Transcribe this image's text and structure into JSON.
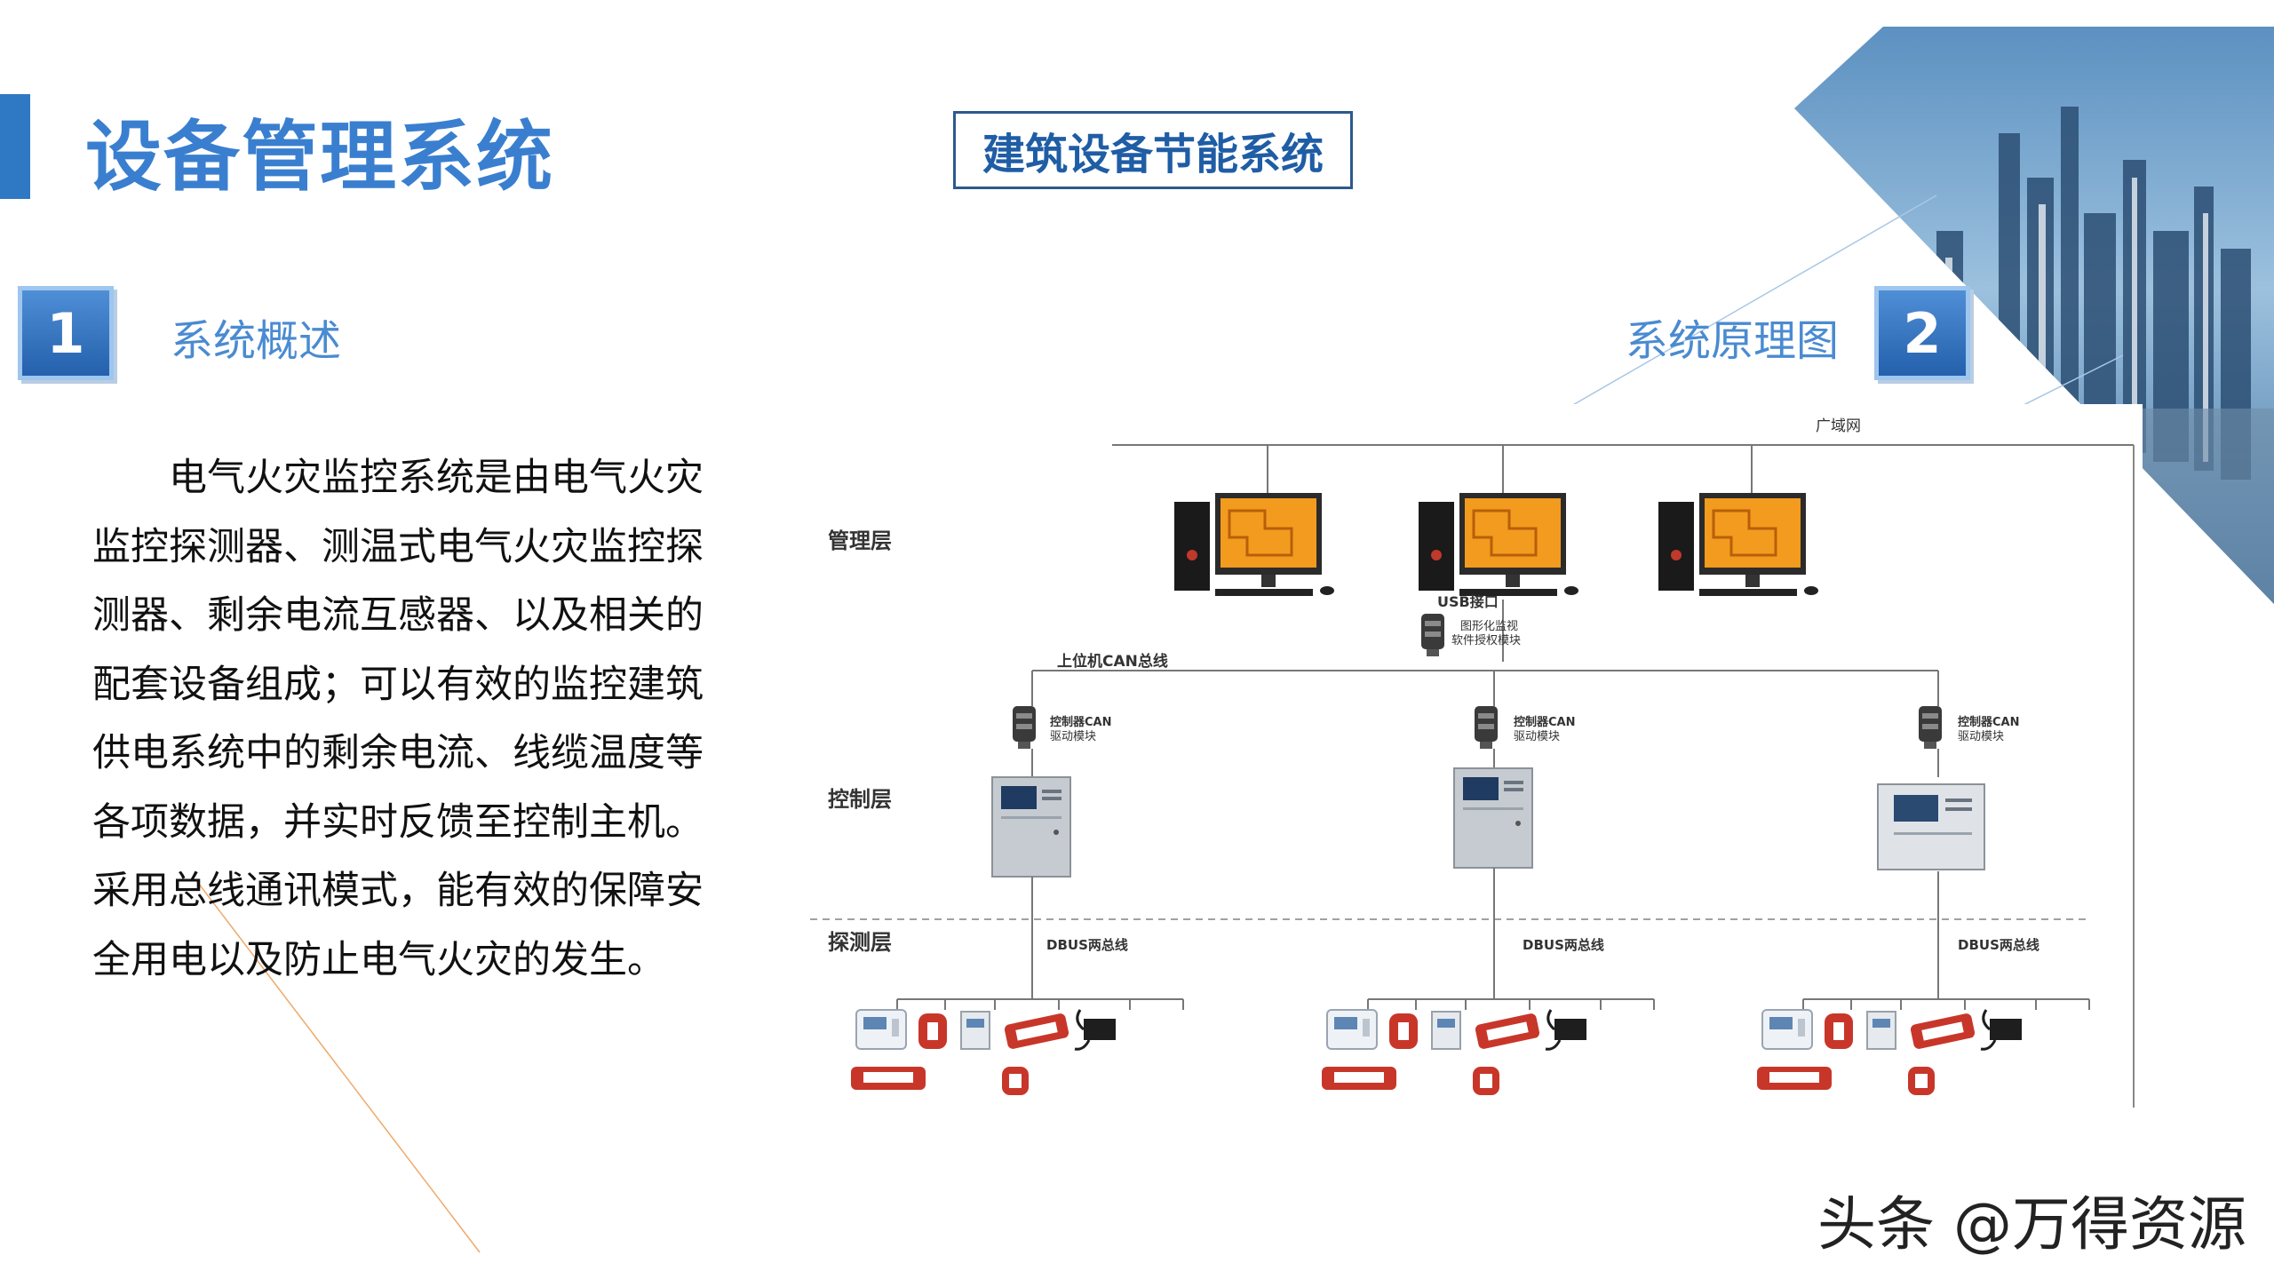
{
  "header": {
    "title": "设备管理系统",
    "subtitle_box": "建筑设备节能系统"
  },
  "section1": {
    "number": "1",
    "title": "系统概述",
    "paragraph": "电气火灾监控系统是由电气火灾监控探测器、测温式电气火灾监控探测器、剩余电流互感器、以及相关的配套设备组成；可以有效的监控建筑供电系统中的剩余电流、线缆温度等各项数据，并实时反馈至控制主机。采用总线通讯模式，能有效的保障安全用电以及防止电气火灾的发生。"
  },
  "section2": {
    "number": "2",
    "title": "系统原理图"
  },
  "diagram": {
    "wan_label": "广域网",
    "layer_management": "管理层",
    "layer_control": "控制层",
    "layer_detection": "探测层",
    "usb_label": "USB接口",
    "graphic_module": [
      "图形化监视",
      "软件授权模块"
    ],
    "can_bus_label": "上位机CAN总线",
    "controller_can": [
      "控制器CAN",
      "驱动模块"
    ],
    "dbus_label": "DBUS两总线"
  },
  "watermark": "头条 @万得资源",
  "colors": {
    "accent_blue": "#2f78c4",
    "title_blue": "#3a7fcf",
    "section_blue": "#4a8bd1",
    "deco_orange": "#f0a868",
    "sensor_red": "#c8362a",
    "monitor_orange": "#f29b1e"
  }
}
